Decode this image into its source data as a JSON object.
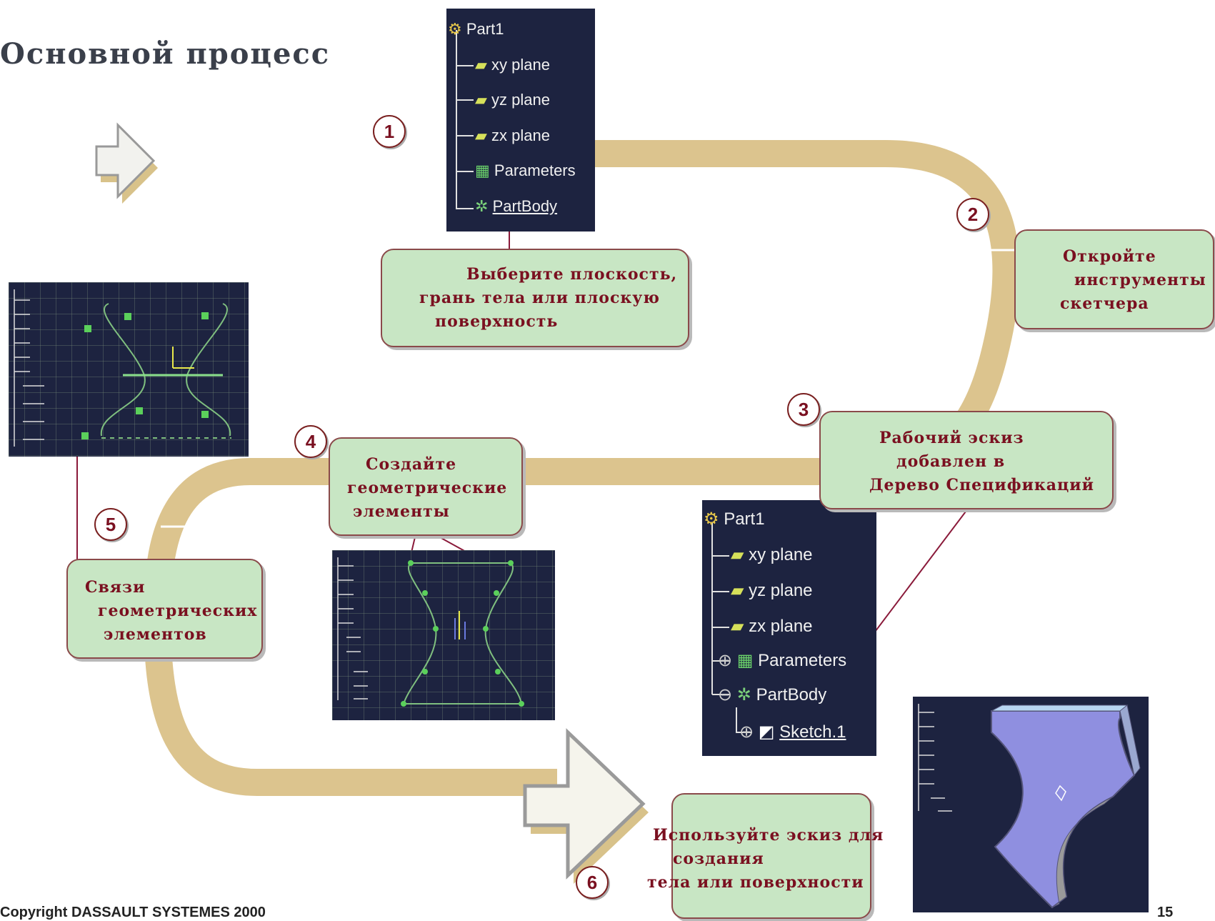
{
  "title": "Основной процесс",
  "tree_top": {
    "root": "Part1",
    "items": [
      "xy plane",
      "yz plane",
      "zx plane",
      "Parameters",
      "PartBody"
    ]
  },
  "tree_bottom": {
    "root": "Part1",
    "items": [
      "xy plane",
      "yz plane",
      "zx plane",
      "Parameters",
      "PartBody",
      "Sketch.1"
    ]
  },
  "steps": {
    "s1": {
      "num": "1",
      "lines": [
        "Выберите плоскость,",
        "грань тела или плоскую",
        "поверхность"
      ]
    },
    "s2": {
      "num": "2",
      "lines": [
        "Откройте",
        "инструменты",
        "скетчера"
      ]
    },
    "s3": {
      "num": "3",
      "lines": [
        "Рабочий эскиз",
        "добавлен в",
        "Дерево Спецификаций"
      ]
    },
    "s4": {
      "num": "4",
      "lines": [
        "Создайте",
        "геометрические",
        "элементы"
      ]
    },
    "s5": {
      "num": "5",
      "lines": [
        "Связи",
        "геометрических",
        "элементов"
      ]
    },
    "s6": {
      "num": "6",
      "lines": [
        "Используйте эскиз для",
        "создания",
        "тела или поверхности"
      ]
    }
  },
  "footer": "Copyright DASSAULT SYSTEMES 2000",
  "page_number": "15",
  "colors": {
    "path": "#dcc48e",
    "callout_fill": "#c8e6c4",
    "callout_text": "#7a1020",
    "tree_bg": "#1d2340",
    "pointer_line": "#8a1a3a"
  }
}
